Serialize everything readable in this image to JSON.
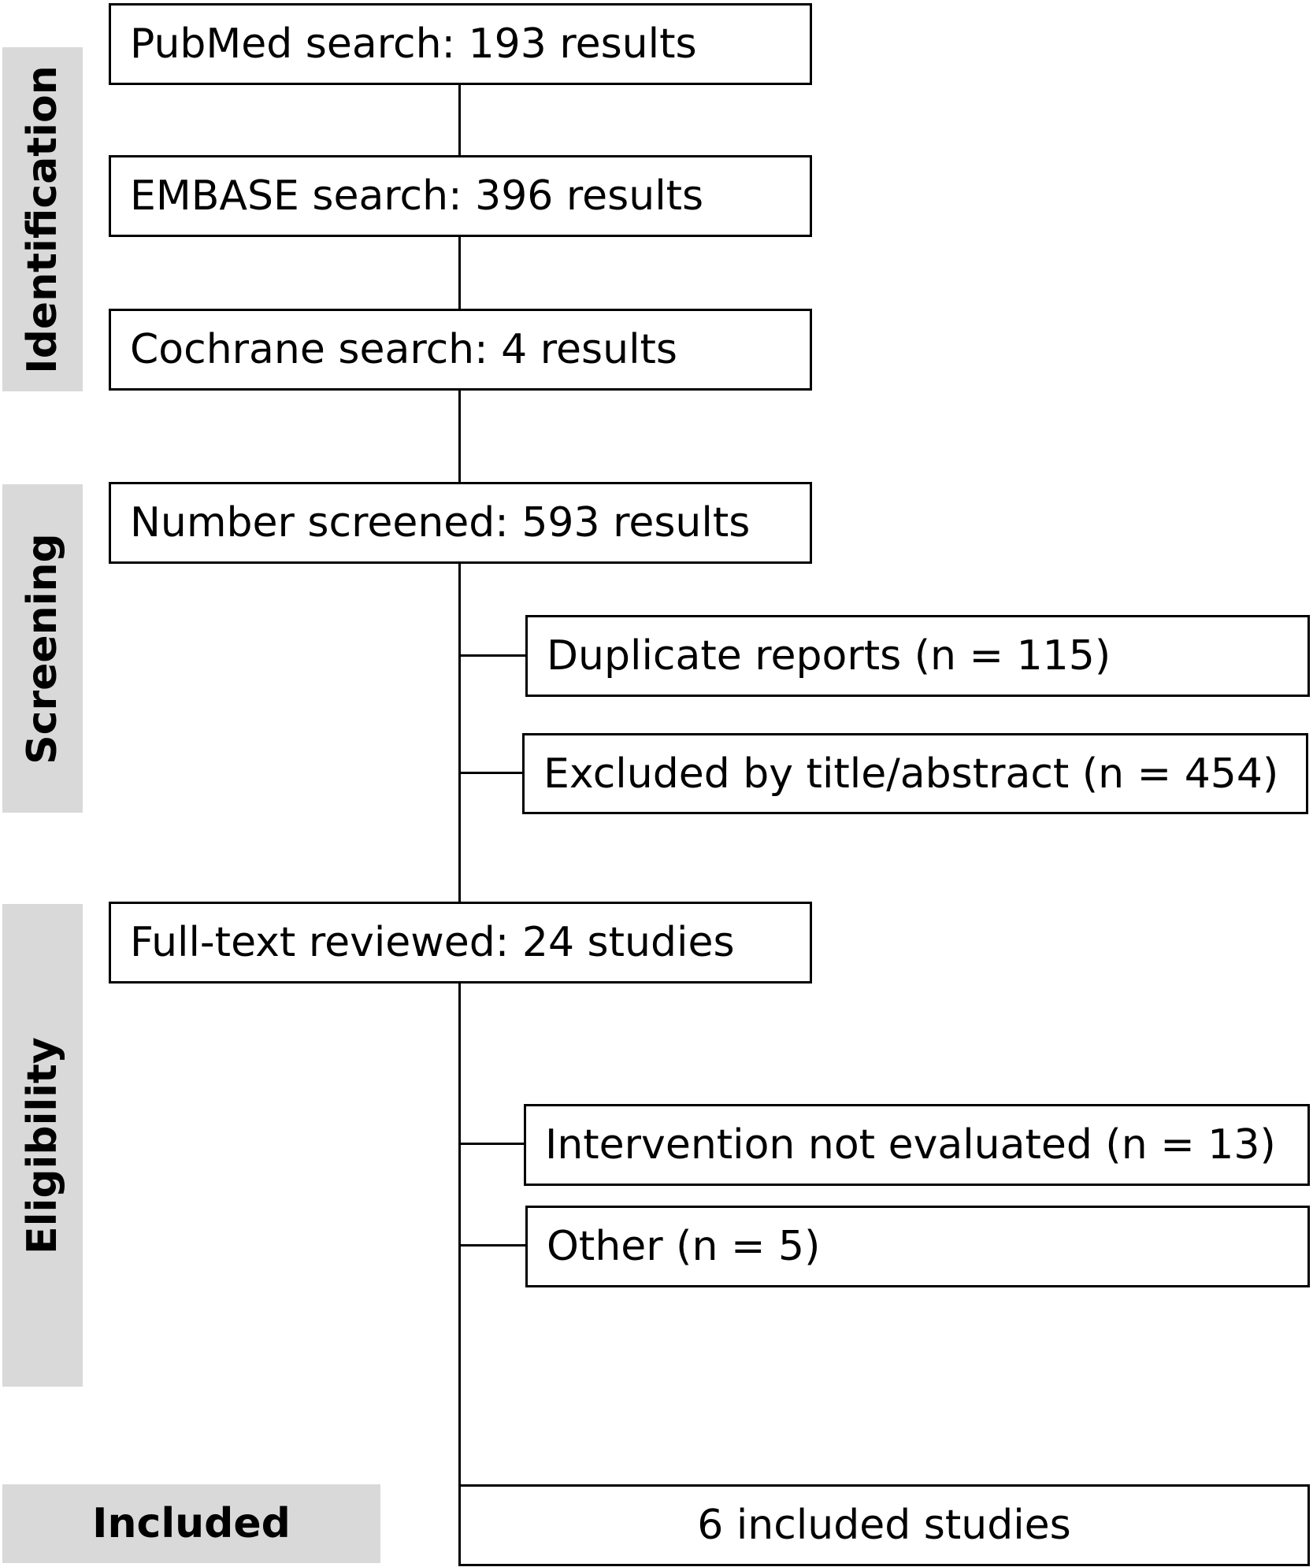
{
  "stages": {
    "identification": "Identification",
    "screening": "Screening",
    "eligibility": "Eligibility",
    "included": "Included"
  },
  "boxes": {
    "pubmed": "PubMed search: 193 results",
    "embase": "EMBASE search: 396 results",
    "cochrane": "Cochrane search: 4 results",
    "screened": "Number screened: 593 results",
    "duplicates": "Duplicate reports (n = 115)",
    "excluded_title": "Excluded by title/abstract (n = 454)",
    "full_text": "Full-text reviewed: 24 studies",
    "intervention": "Intervention not evaluated (n = 13)",
    "other": "Other (n = 5)",
    "included_studies": "6 included studies"
  },
  "colors": {
    "stage_fill": "#d9d9d9",
    "box_border": "#000000",
    "text": "#000000"
  }
}
